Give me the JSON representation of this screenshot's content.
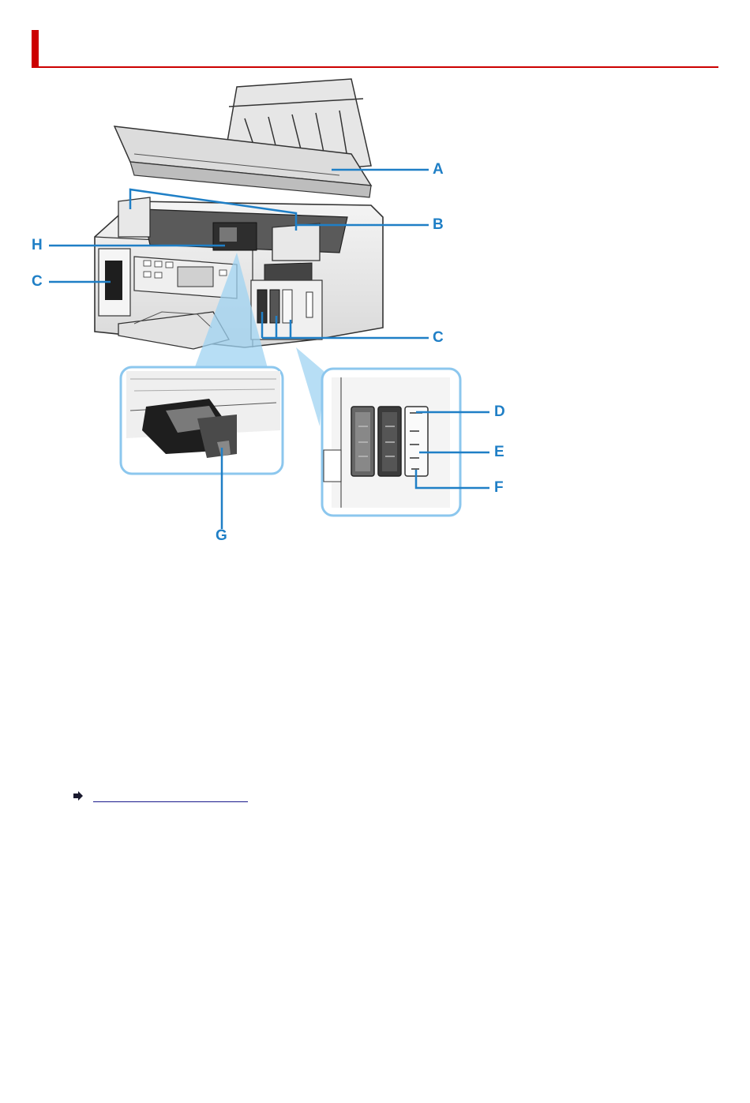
{
  "header": {
    "title": "",
    "accent_color": "#cc0000"
  },
  "figure": {
    "callout_color": "#1f7fc6",
    "labels": {
      "a": "A",
      "b": "B",
      "c_left": "C",
      "c_right": "C",
      "d": "D",
      "e": "E",
      "f": "F",
      "g": "G",
      "h": "H"
    }
  },
  "related_link": {
    "icon": "arrow-right-icon",
    "label": ""
  }
}
